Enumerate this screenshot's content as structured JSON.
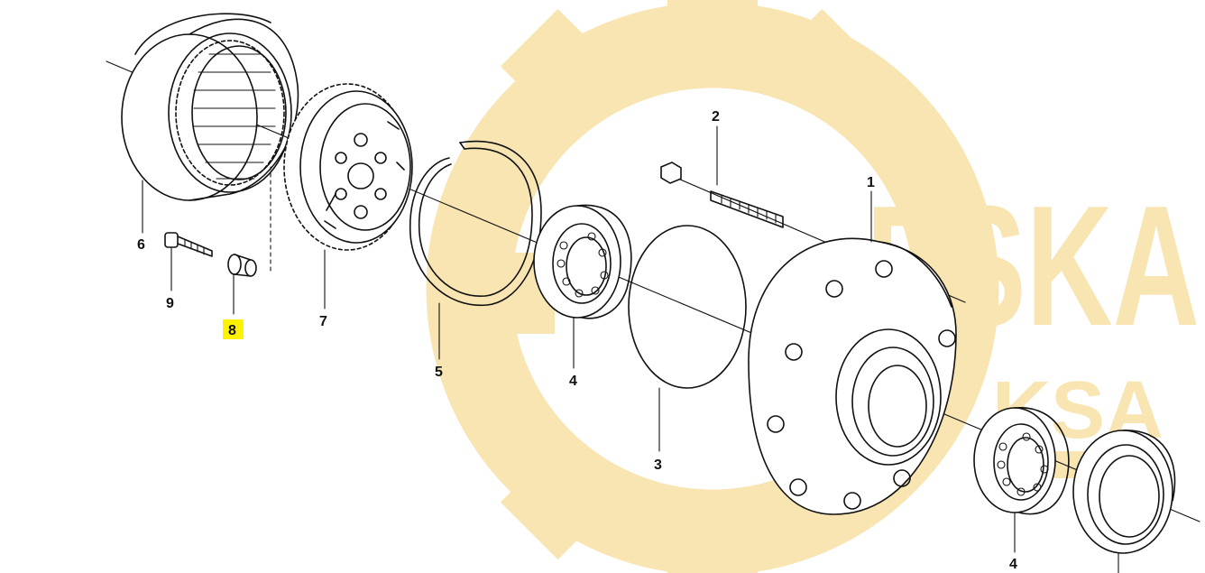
{
  "colors": {
    "watermark": "#f2cf73",
    "line": "#111111",
    "highlight": "#fff200",
    "background": "#ffffff"
  },
  "watermark": {
    "brand": "ESKA",
    "subtitle": "KSA",
    "icon": "gear-icon"
  },
  "callouts": [
    {
      "id": "1",
      "text": "1"
    },
    {
      "id": "2",
      "text": "2"
    },
    {
      "id": "3",
      "text": "3"
    },
    {
      "id": "4a",
      "text": "4"
    },
    {
      "id": "4b",
      "text": "4"
    },
    {
      "id": "5",
      "text": "5"
    },
    {
      "id": "6",
      "text": "6"
    },
    {
      "id": "7",
      "text": "7"
    },
    {
      "id": "8",
      "text": "8",
      "highlighted": true
    },
    {
      "id": "9",
      "text": "9"
    }
  ]
}
